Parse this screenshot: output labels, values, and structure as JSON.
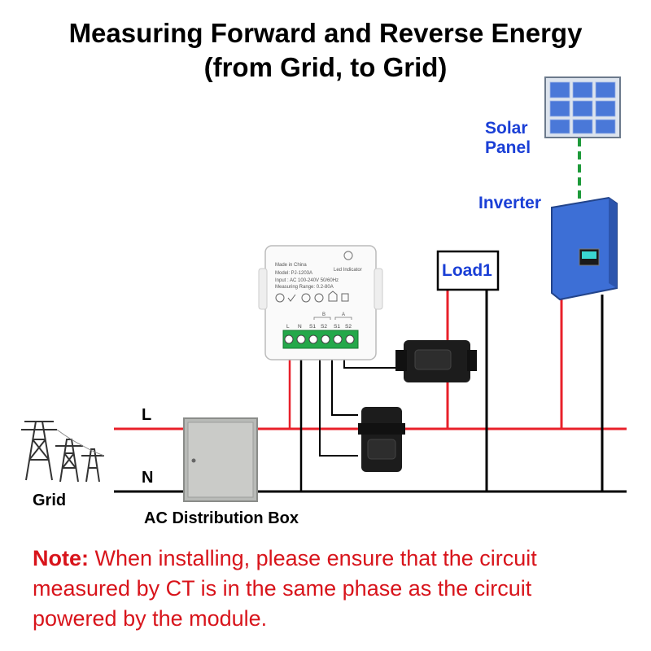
{
  "title": {
    "line1": "Measuring  Forward and Reverse Energy",
    "line2": "(from Grid, to Grid)"
  },
  "labels": {
    "solar_panel_line1": "Solar",
    "solar_panel_line2": "Panel",
    "inverter": "Inverter",
    "load": "Load1",
    "line_l": "L",
    "line_n": "N",
    "grid": "Grid",
    "ac_box": "AC Distribution Box"
  },
  "module": {
    "made_in": "Made in China",
    "model": "Model: PJ-1203A",
    "led": "Led Indicator",
    "input": "Input : AC 100-240V 50/60Hz",
    "range": "Measuring Range: 0.2-80A",
    "group_b": "B",
    "group_a": "A",
    "terminals": [
      "L",
      "N",
      "S1",
      "S2",
      "S1",
      "S2"
    ]
  },
  "note": {
    "lead": "Note:",
    "text": " When installing, please ensure that the circuit measured by CT is in the same phase as the circuit powered by the module."
  },
  "colors": {
    "live": "#e8202a",
    "neutral": "#000000",
    "ground_dash": "#1e9a3a",
    "label_blue": "#1a3fd6",
    "note_red": "#d8141b"
  }
}
